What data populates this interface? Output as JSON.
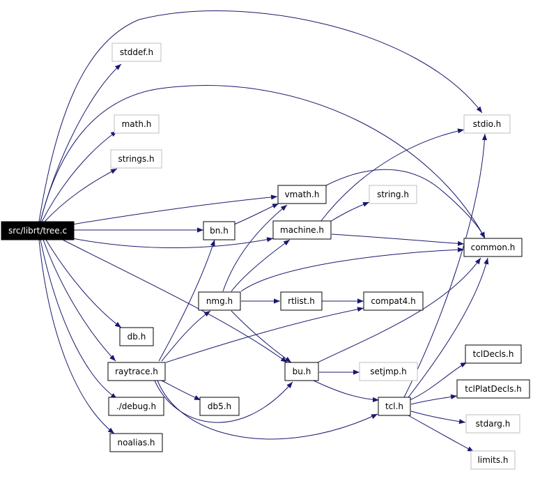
{
  "colors": {
    "edge": "#191970",
    "root_fill": "#000000",
    "node_border": "#000000",
    "external_border": "#bfbfbf"
  },
  "nodes": {
    "tree_c": "src/librt/tree.c",
    "stddef_h": "stddef.h",
    "math_h": "math.h",
    "strings_h": "strings.h",
    "stdio_h": "stdio.h",
    "vmath_h": "vmath.h",
    "string_h": "string.h",
    "bn_h": "bn.h",
    "machine_h": "machine.h",
    "common_h": "common.h",
    "nmg_h": "nmg.h",
    "rtlist_h": "rtlist.h",
    "compat4_h": "compat4.h",
    "db_h": "db.h",
    "raytrace_h": "raytrace.h",
    "bu_h": "bu.h",
    "setjmp_h": "setjmp.h",
    "tclDecls_h": "tclDecls.h",
    "tclPlatDecls_h": "tclPlatDecls.h",
    "debug_h": "./debug.h",
    "db5_h": "db5.h",
    "tcl_h": "tcl.h",
    "stdarg_h": "stdarg.h",
    "noalias_h": "noalias.h",
    "limits_h": "limits.h"
  },
  "edges": [
    [
      "tree_c",
      "stddef_h"
    ],
    [
      "tree_c",
      "math_h"
    ],
    [
      "tree_c",
      "strings_h"
    ],
    [
      "tree_c",
      "stdio_h"
    ],
    [
      "tree_c",
      "common_h"
    ],
    [
      "tree_c",
      "vmath_h"
    ],
    [
      "tree_c",
      "bn_h"
    ],
    [
      "tree_c",
      "machine_h"
    ],
    [
      "tree_c",
      "db_h"
    ],
    [
      "tree_c",
      "raytrace_h"
    ],
    [
      "tree_c",
      "debug_h"
    ],
    [
      "tree_c",
      "noalias_h"
    ],
    [
      "tree_c",
      "bu_h"
    ],
    [
      "bn_h",
      "vmath_h"
    ],
    [
      "vmath_h",
      "common_h"
    ],
    [
      "machine_h",
      "stdio_h"
    ],
    [
      "machine_h",
      "string_h"
    ],
    [
      "machine_h",
      "common_h"
    ],
    [
      "nmg_h",
      "vmath_h"
    ],
    [
      "nmg_h",
      "machine_h"
    ],
    [
      "nmg_h",
      "common_h"
    ],
    [
      "nmg_h",
      "rtlist_h"
    ],
    [
      "nmg_h",
      "bu_h"
    ],
    [
      "rtlist_h",
      "compat4_h"
    ],
    [
      "raytrace_h",
      "bn_h"
    ],
    [
      "raytrace_h",
      "nmg_h"
    ],
    [
      "raytrace_h",
      "compat4_h"
    ],
    [
      "raytrace_h",
      "db5_h"
    ],
    [
      "raytrace_h",
      "bu_h"
    ],
    [
      "raytrace_h",
      "tcl_h"
    ],
    [
      "bu_h",
      "common_h"
    ],
    [
      "bu_h",
      "setjmp_h"
    ],
    [
      "bu_h",
      "tcl_h"
    ],
    [
      "tcl_h",
      "stdio_h"
    ],
    [
      "tcl_h",
      "common_h"
    ],
    [
      "tcl_h",
      "tclDecls_h"
    ],
    [
      "tcl_h",
      "tclPlatDecls_h"
    ],
    [
      "tcl_h",
      "stdarg_h"
    ],
    [
      "tcl_h",
      "limits_h"
    ]
  ]
}
